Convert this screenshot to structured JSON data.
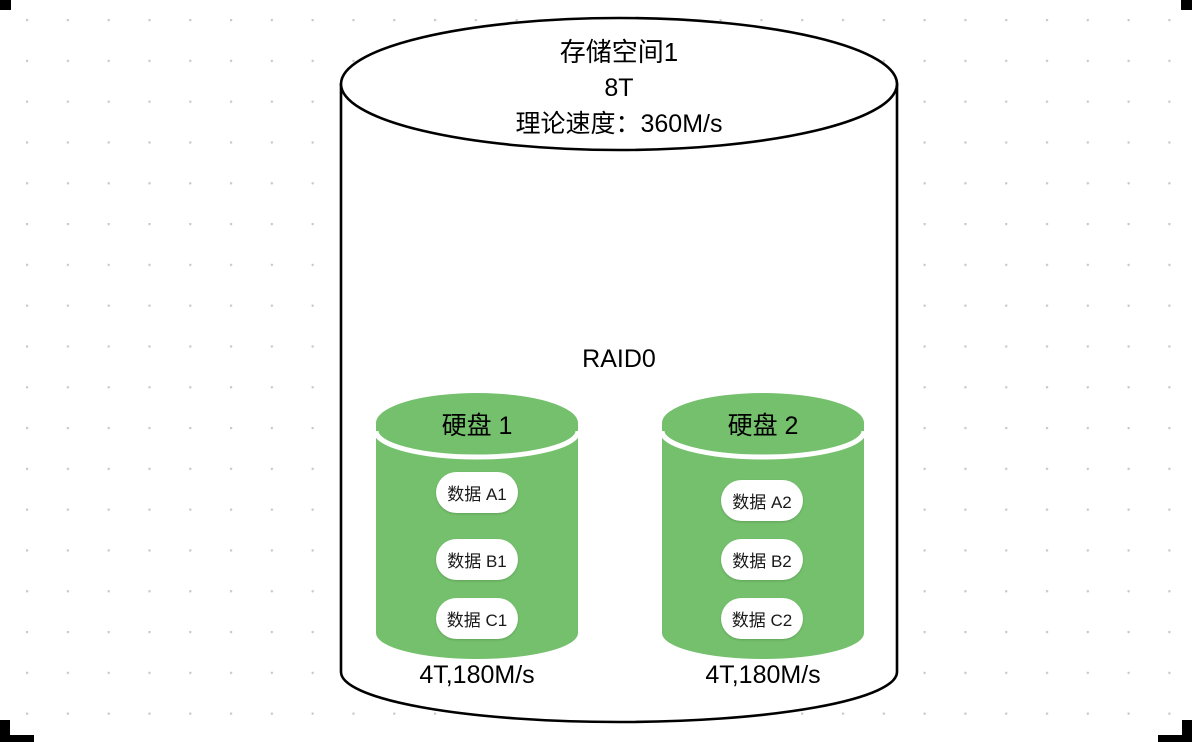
{
  "diagram": {
    "type": "RAID0 storage pool illustration",
    "background": {
      "style": "dotted-grid",
      "dot_color": "#c9c9c9",
      "page_color": "#ffffff"
    },
    "colors": {
      "disk_fill": "#74c06c",
      "outline": "#000000",
      "pill_fill": "#ffffff",
      "text": "#000000"
    }
  },
  "pool": {
    "name": "存储空间1",
    "capacity": "8T",
    "speed": "理论速度：360M/s",
    "raid_label": "RAID0"
  },
  "disks": [
    {
      "title": "硬盘 1",
      "caption": "4T,180M/s",
      "blocks": [
        "数据 A1",
        "数据 B1",
        "数据 C1"
      ]
    },
    {
      "title": "硬盘 2",
      "caption": "4T,180M/s",
      "blocks": [
        "数据 A2",
        "数据 B2",
        "数据 C2"
      ]
    }
  ]
}
